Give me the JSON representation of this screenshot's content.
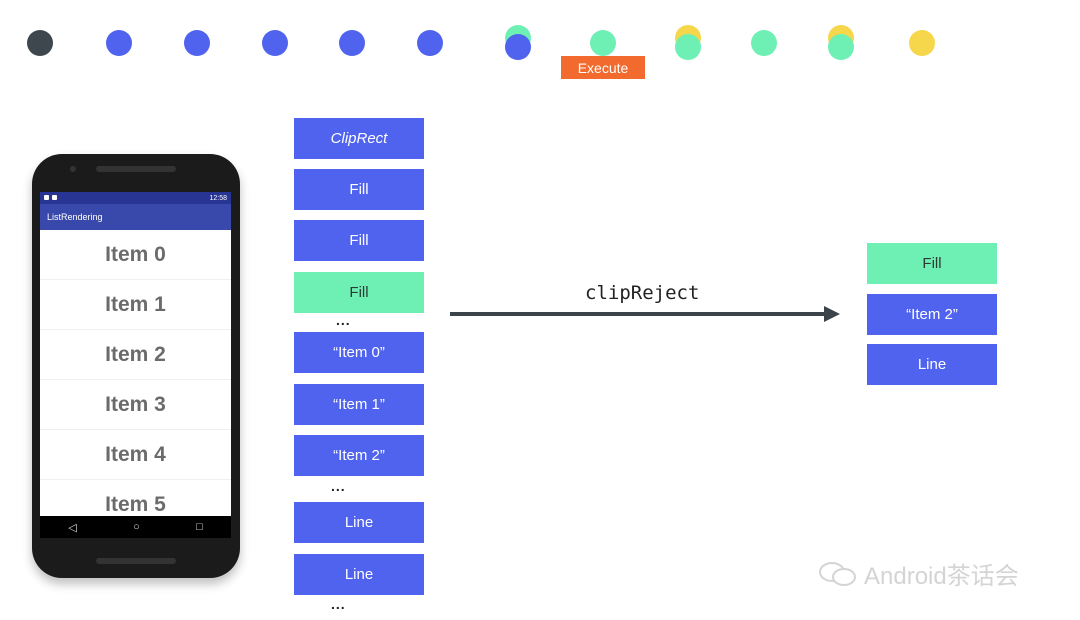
{
  "timeline": {
    "execute_label": "Execute",
    "colors": {
      "dark": "#3d474d",
      "blue": "#4f63ee",
      "green": "#6ef0b5",
      "yellow": "#f6d64a"
    }
  },
  "phone": {
    "status_time": "12:58",
    "app_title": "ListRendering",
    "items": [
      "Item 0",
      "Item 1",
      "Item 2",
      "Item 3",
      "Item 4",
      "Item 5"
    ],
    "nav": {
      "back": "◁",
      "home": "○",
      "recent": "□"
    }
  },
  "ops_left": [
    {
      "label": "ClipRect"
    },
    {
      "label": "Fill"
    },
    {
      "label": "Fill"
    },
    {
      "label": "Fill"
    },
    {
      "label": "“Item 0”"
    },
    {
      "label": "“Item 1”"
    },
    {
      "label": "“Item 2”"
    },
    {
      "label": "Line"
    },
    {
      "label": "Line"
    }
  ],
  "ellipsis": "...",
  "arrow": {
    "label": "clipReject"
  },
  "ops_right": [
    {
      "label": "Fill"
    },
    {
      "label": "“Item 2”"
    },
    {
      "label": "Line"
    }
  ],
  "watermark": {
    "text": "Android茶话会"
  }
}
